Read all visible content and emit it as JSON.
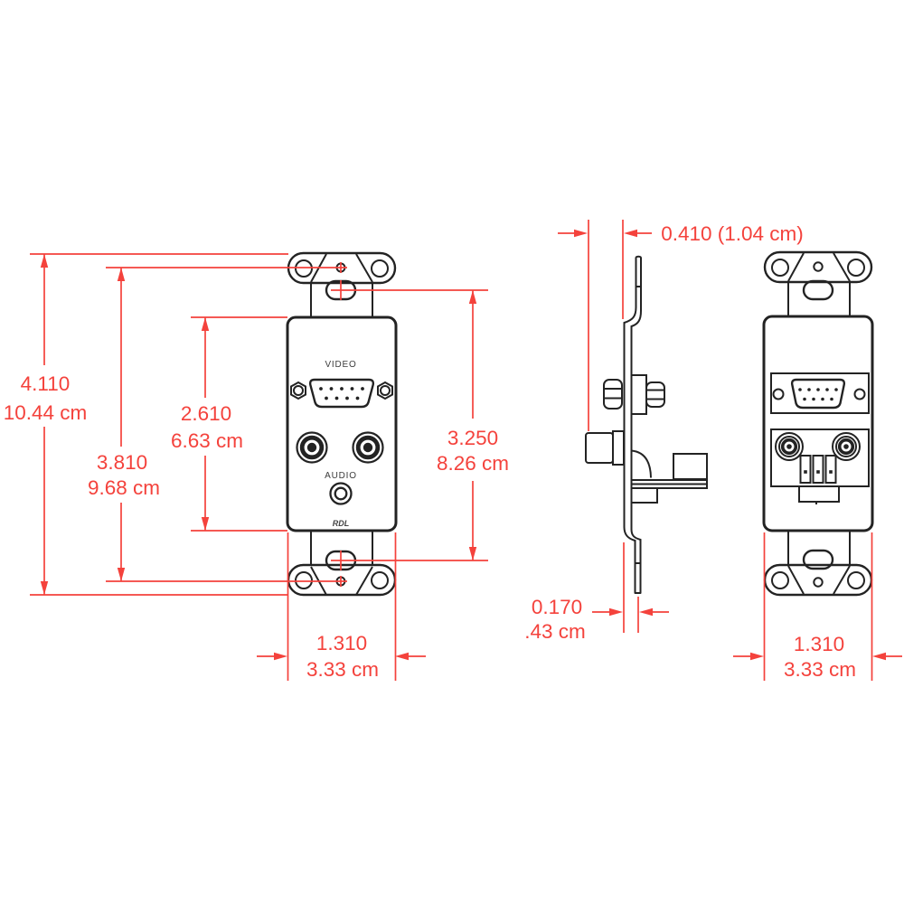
{
  "drawing": {
    "type": "dimensioned mechanical drawing, wall plate with VGA and audio connectors",
    "views": {
      "front": {
        "video_label": "VIDEO",
        "audio_label": "AUDIO",
        "brand_label": "RDL",
        "dim_total_height_in": "4.110",
        "dim_total_height_cm": "10.44 cm",
        "dim_hole_span_in": "3.810",
        "dim_hole_span_cm": "9.68 cm",
        "dim_insert_height_in": "2.610",
        "dim_insert_height_cm": "6.63 cm",
        "dim_slot_span_in": "3.250",
        "dim_slot_span_cm": "8.26 cm",
        "dim_width_in": "1.310",
        "dim_width_cm": "3.33 cm"
      },
      "side": {
        "dim_offset": "0.410 (1.04 cm)",
        "dim_thickness_in": "0.170",
        "dim_thickness_cm": ".43 cm"
      },
      "rear": {
        "dim_width_in": "1.310",
        "dim_width_cm": "3.33 cm"
      }
    },
    "colors": {
      "dimension_red": "#f4423c",
      "line_black": "#232323",
      "label_gray": "#3c3c3c",
      "background": "#ffffff"
    }
  }
}
